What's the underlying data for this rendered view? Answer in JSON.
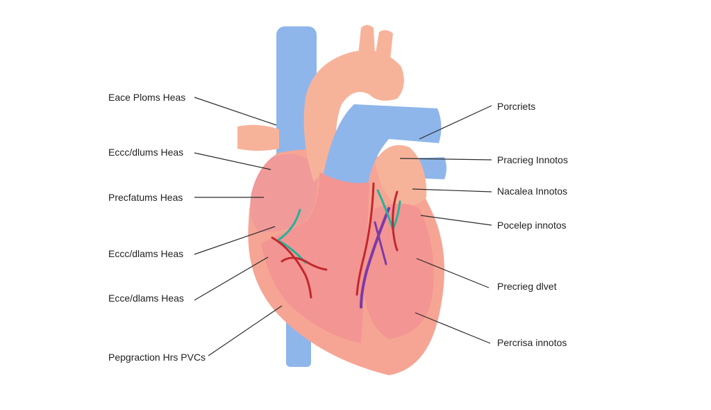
{
  "colors": {
    "background": "#ffffff",
    "vein_blue": "#8fb6ea",
    "vein_outline": "#6f98cf",
    "aorta_peach": "#f7b39a",
    "heart_outer": "#f6a595",
    "atrium_pink": "#f09a99",
    "ventricle_pink": "#f39592",
    "vessel_red": "#c1272d",
    "vessel_teal": "#22b39a",
    "vessel_purple": "#7b3aa8",
    "leader_line": "#2a2a2a",
    "label_text": "#1f1f1f"
  },
  "labels": {
    "left": [
      "Eace Ploms Heas",
      "Eccc/dlums Heas",
      "Precfatums Heas",
      "Eccc/dlams Heas",
      "Ecce/dlams Heas",
      "Pepgraction Hrs PVCs"
    ],
    "right": [
      "Porcriets",
      "Pracrieg Innotos",
      "Nacalea Innotos",
      "Pocelep innotos",
      "Precrieg dlvet",
      "Percrisa innotos"
    ]
  }
}
